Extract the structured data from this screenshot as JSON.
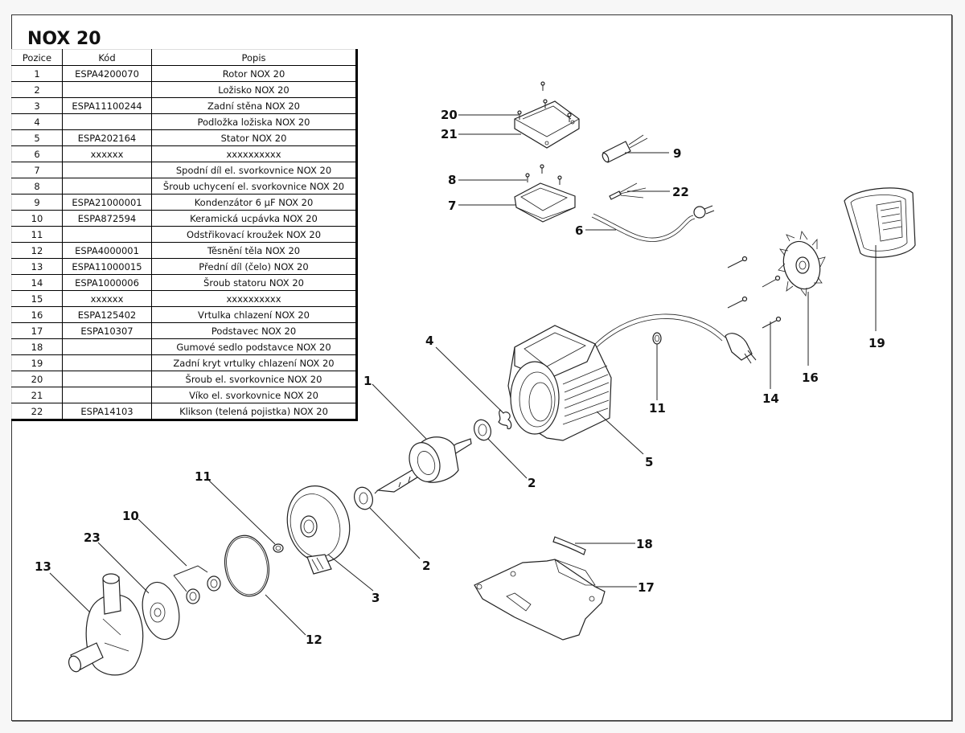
{
  "document": {
    "title": "NOX 20"
  },
  "table": {
    "headers": [
      "Pozice",
      "Kód",
      "Popis"
    ],
    "rows": [
      {
        "pos": "1",
        "code": "ESPA4200070",
        "desc": "Rotor NOX 20"
      },
      {
        "pos": "2",
        "code": "",
        "desc": "Ložisko NOX 20"
      },
      {
        "pos": "3",
        "code": "ESPA11100244",
        "desc": "Zadní stěna NOX 20"
      },
      {
        "pos": "4",
        "code": "",
        "desc": "Podložka ložiska NOX 20"
      },
      {
        "pos": "5",
        "code": "ESPA202164",
        "desc": "Stator NOX 20"
      },
      {
        "pos": "6",
        "code": "xxxxxx",
        "desc": "xxxxxxxxxx"
      },
      {
        "pos": "7",
        "code": "",
        "desc": "Spodní díl el. svorkovnice NOX 20"
      },
      {
        "pos": "8",
        "code": "",
        "desc": "Šroub uchycení el. svorkovnice NOX 20"
      },
      {
        "pos": "9",
        "code": "ESPA21000001",
        "desc": "Kondenzátor 6 µF NOX 20"
      },
      {
        "pos": "10",
        "code": "ESPA872594",
        "desc": "Keramická ucpávka NOX 20"
      },
      {
        "pos": "11",
        "code": "",
        "desc": "Odstřikovací kroužek NOX 20"
      },
      {
        "pos": "12",
        "code": "ESPA4000001",
        "desc": "Těsnění těla NOX 20"
      },
      {
        "pos": "13",
        "code": "ESPA11000015",
        "desc": "Přední díl (čelo) NOX 20"
      },
      {
        "pos": "14",
        "code": "ESPA1000006",
        "desc": "Šroub statoru NOX 20"
      },
      {
        "pos": "15",
        "code": "xxxxxx",
        "desc": "xxxxxxxxxx"
      },
      {
        "pos": "16",
        "code": "ESPA125402",
        "desc": "Vrtulka chlazení NOX 20"
      },
      {
        "pos": "17",
        "code": "ESPA10307",
        "desc": "Podstavec NOX 20"
      },
      {
        "pos": "18",
        "code": "",
        "desc": "Gumové sedlo podstavce NOX 20"
      },
      {
        "pos": "19",
        "code": "",
        "desc": "Zadní kryt vrtulky chlazení NOX 20"
      },
      {
        "pos": "20",
        "code": "",
        "desc": "Šroub el. svorkovnice NOX 20"
      },
      {
        "pos": "21",
        "code": "",
        "desc": "Víko el. svorkovnice NOX 20"
      },
      {
        "pos": "22",
        "code": "ESPA14103",
        "desc": "Klikson (telená pojistka) NOX 20"
      }
    ]
  },
  "diagram": {
    "callouts": {
      "c20": "20",
      "c21": "21",
      "c8": "8",
      "c7": "7",
      "c9": "9",
      "c22": "22",
      "c6": "6",
      "c19": "19",
      "c16": "16",
      "c14": "14",
      "c11a": "11",
      "c5": "5",
      "c4": "4",
      "c1": "1",
      "c2a": "2",
      "c2b": "2",
      "c3": "3",
      "c11b": "11",
      "c10": "10",
      "c23": "23",
      "c13": "13",
      "c12": "12",
      "c18": "18",
      "c17": "17"
    }
  }
}
